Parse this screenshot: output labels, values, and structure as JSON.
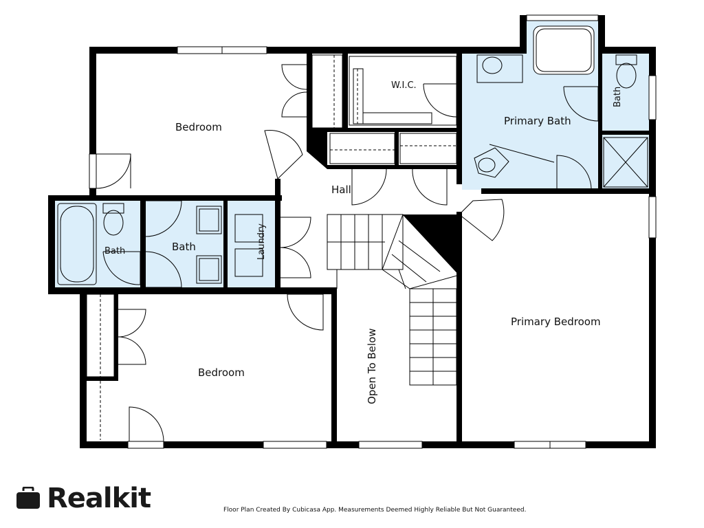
{
  "rooms": {
    "bedroom_top": "Bedroom",
    "wic": "W.I.C.",
    "primary_bath": "Primary Bath",
    "bath_small_right": "Bath",
    "hall": "Hall",
    "bath_left": "Bath",
    "bath_middle": "Bath",
    "laundry": "Laundry",
    "bedroom_bottom": "Bedroom",
    "open_to_below": "Open To Below",
    "primary_bedroom": "Primary Bedroom"
  },
  "branding": {
    "logo_text": "Realkit",
    "logo_icon": "briefcase-icon"
  },
  "disclaimer": "Floor Plan Created By Cubicasa App. Measurements Deemed Highly Reliable But Not Guaranteed.",
  "colors": {
    "wall": "#000000",
    "wet_area": "#dbeefa",
    "background": "#ffffff"
  }
}
